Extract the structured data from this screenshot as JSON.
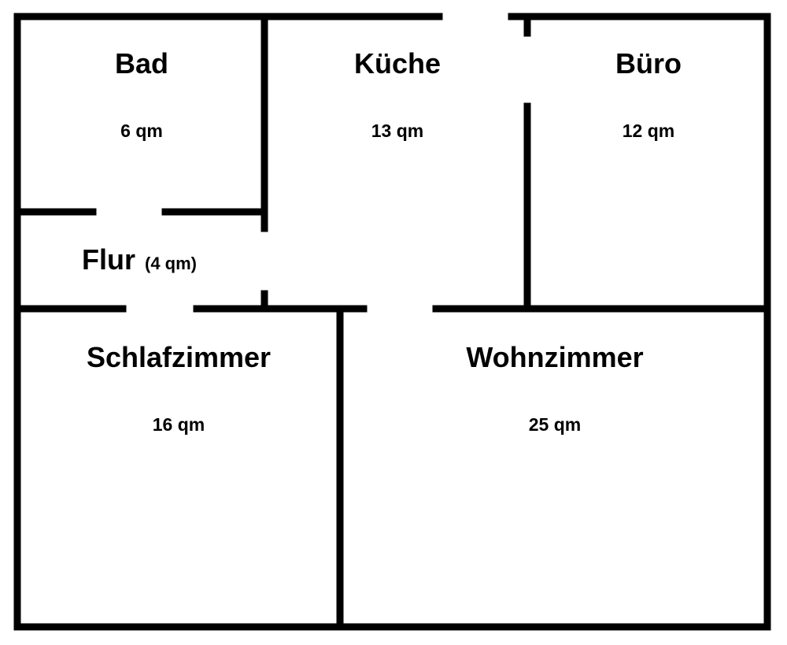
{
  "plan": {
    "wall_color": "#000000",
    "background": "#ffffff",
    "rooms": {
      "bad": {
        "name": "Bad",
        "area": "6 qm"
      },
      "kueche": {
        "name": "Küche",
        "area": "13 qm"
      },
      "buero": {
        "name": "Büro",
        "area": "12 qm"
      },
      "flur": {
        "name": "Flur",
        "area": "(4 qm)"
      },
      "schlafzimmer": {
        "name": "Schlafzimmer",
        "area": "16 qm"
      },
      "wohnzimmer": {
        "name": "Wohnzimmer",
        "area": "25 qm"
      }
    }
  }
}
